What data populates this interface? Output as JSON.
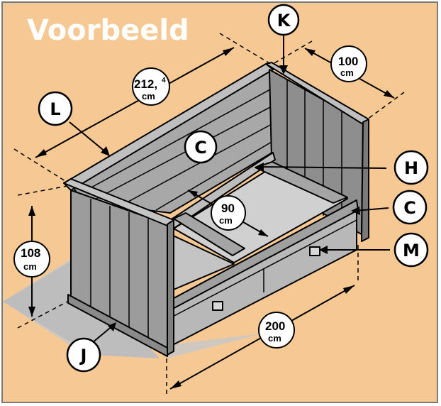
{
  "title": "Voorbeeld",
  "colors": {
    "background": "#f6c893",
    "frame": "#9a9a9a",
    "wood_light": "#b3b3b3",
    "wood_dark": "#8c8c8c",
    "shadow": "#bdbdbd",
    "floor": "#d4d4d4"
  },
  "callouts": {
    "K": "K",
    "L": "L",
    "C_back": "C",
    "H": "H",
    "C_front": "C",
    "M": "M",
    "J": "J"
  },
  "dimensions": {
    "length_total": {
      "value": "212,",
      "sup": "4",
      "unit": "cm"
    },
    "depth": {
      "value": "100",
      "unit": "cm"
    },
    "height": {
      "value": "108",
      "unit": "cm"
    },
    "inner_depth": {
      "value": "90",
      "unit": "cm"
    },
    "length": {
      "value": "200",
      "unit": "cm"
    }
  }
}
